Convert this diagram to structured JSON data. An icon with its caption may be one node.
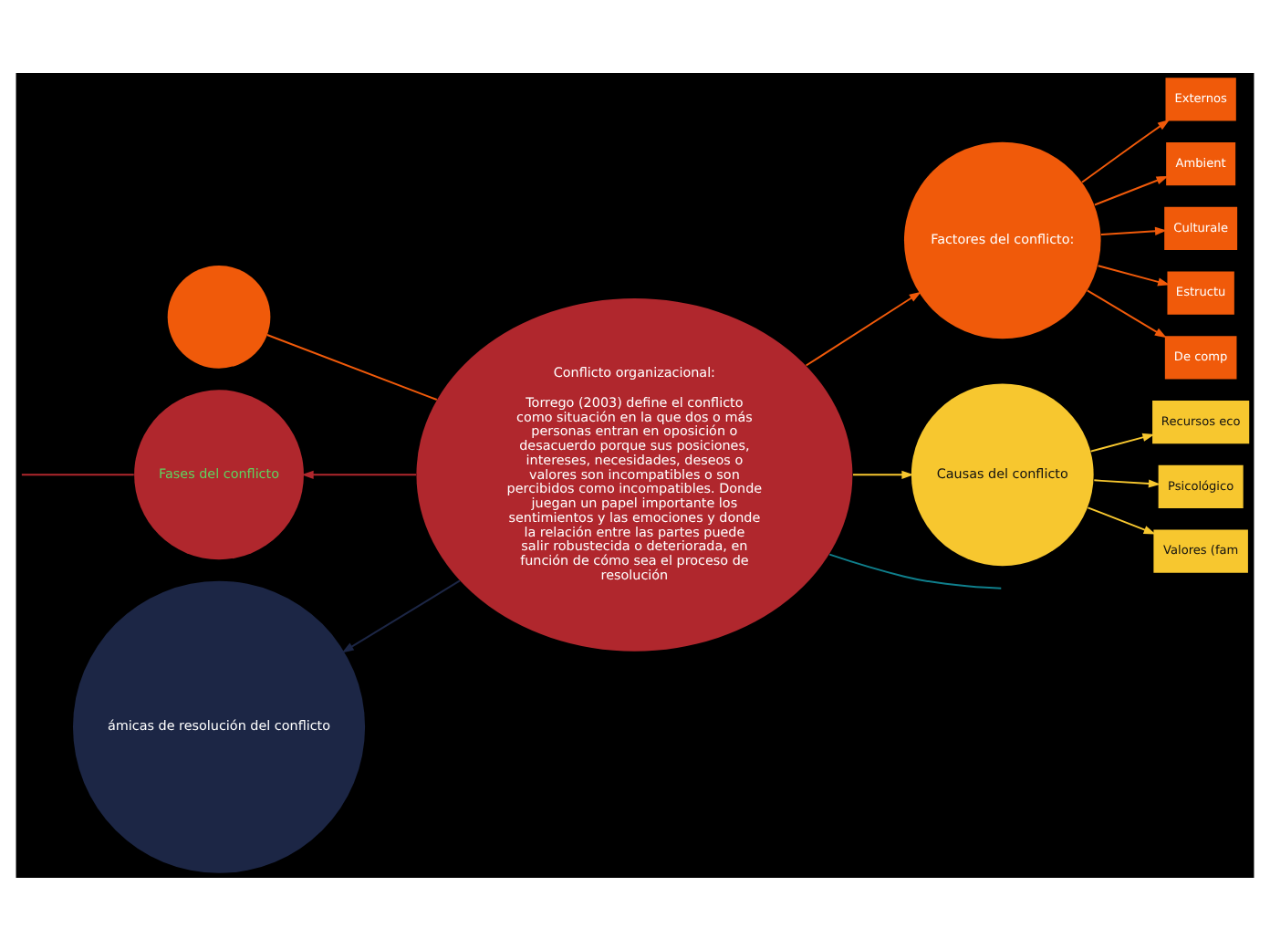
{
  "diagram": {
    "nodes": [
      {
        "text": [],
        "shape": "circle"
      },
      {
        "text": [
          "Conflicto organizacional:",
          "Torrego (2003) define el conflicto como situación en la que dos o más personas entran en oposición o desacuerdo porque sus posiciones, intereses, necesidades, deseos o valores son incompatibles o son percibidos como incompatibles. Donde juegan un papel importante los sentimientos y las emociones y donde la relación entre las partes puede salir robustecida o deteriorada, en función de cómo sea el proceso de resolución"
        ]
      },
      {
        "text": [
          "Factores del conflicto:"
        ]
      },
      {
        "text": [
          "Externos"
        ]
      },
      {
        "text": [
          "Ambient"
        ]
      },
      {
        "text": [
          "Culturale"
        ]
      },
      {
        "text": [
          "Estructu"
        ]
      },
      {
        "text": [
          "De comp"
        ]
      },
      {
        "text": [
          "Fases del conflicto"
        ]
      },
      {
        "text": [
          "Causas del conflicto"
        ]
      },
      {
        "text": [
          "Recursos eco"
        ]
      },
      {
        "text": [
          "Psicológico"
        ]
      },
      {
        "text": [
          "Valores (fam"
        ]
      },
      {
        "text": [
          "ámicas de resolución del conflicto"
        ]
      }
    ],
    "edges": [
      {
        "from": 1,
        "to": 0,
        "arrow": "none",
        "color": "#f05a0a"
      },
      {
        "from": 1,
        "to": 2,
        "arrow": "to",
        "color": "#f05a0a"
      },
      {
        "from": 2,
        "to": 3,
        "arrow": "to",
        "color": "#f05a0a"
      },
      {
        "from": 2,
        "to": 4,
        "arrow": "to",
        "color": "#f05a0a"
      },
      {
        "from": 2,
        "to": 5,
        "arrow": "to",
        "color": "#f05a0a"
      },
      {
        "from": 2,
        "to": 6,
        "arrow": "to",
        "color": "#f05a0a"
      },
      {
        "from": 2,
        "to": 7,
        "arrow": "to",
        "color": "#f05a0a"
      },
      {
        "from": 1,
        "to": 8,
        "arrow": "to",
        "color": "#b0272d"
      },
      {
        "from": 8,
        "to": null,
        "arrow": "none",
        "color": "#b0272d"
      },
      {
        "from": 1,
        "to": 9,
        "arrow": "to",
        "color": "#f7c72f"
      },
      {
        "from": 9,
        "to": 10,
        "arrow": "to",
        "color": "#f7c72f"
      },
      {
        "from": 9,
        "to": 11,
        "arrow": "to",
        "color": "#f7c72f"
      },
      {
        "from": 9,
        "to": 12,
        "arrow": "to",
        "color": "#f7c72f"
      },
      {
        "from": 1,
        "to": 13,
        "arrow": "to",
        "color": "#1c2645"
      },
      {
        "from": 1,
        "to": null,
        "arrow": "none",
        "color": "#0f7f8c"
      }
    ]
  }
}
